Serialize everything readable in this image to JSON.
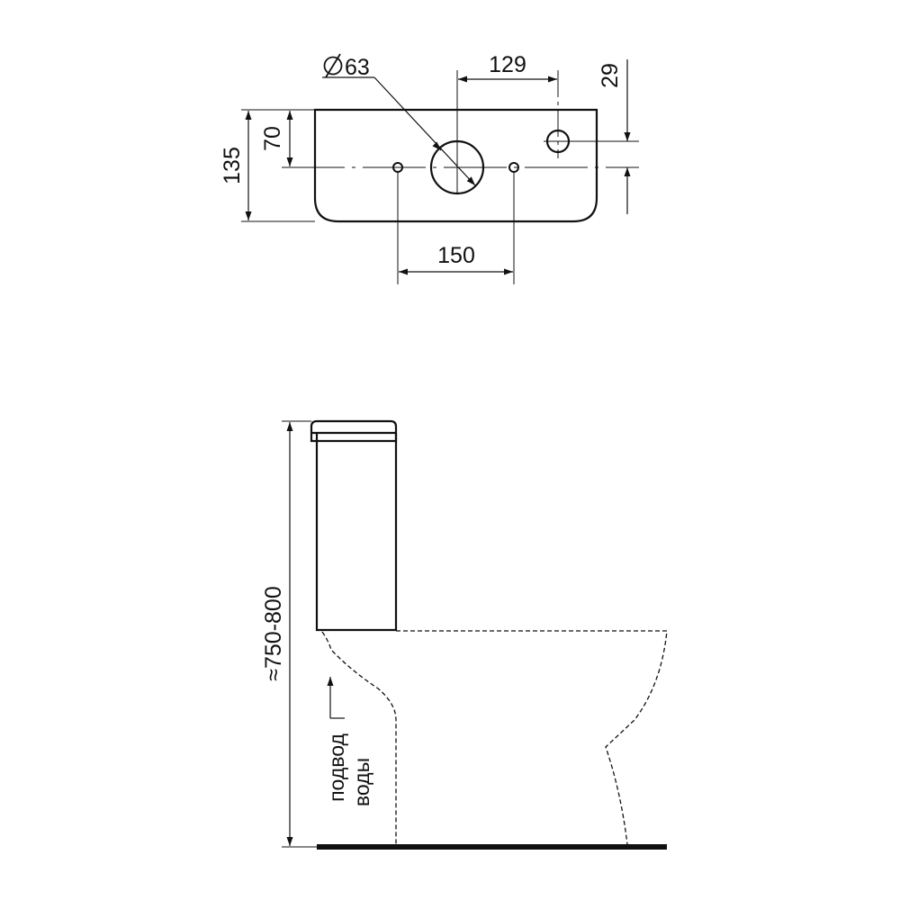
{
  "top_view": {
    "dimensions": {
      "diameter_label": "63",
      "drain_offset": "129",
      "button_offset": "29",
      "total_depth": "135",
      "hole_depth": "70",
      "mount_spacing": "150"
    }
  },
  "side_view": {
    "height_label": "≈750-800",
    "water_inlet_line1": "подвод",
    "water_inlet_line2": "воды"
  }
}
